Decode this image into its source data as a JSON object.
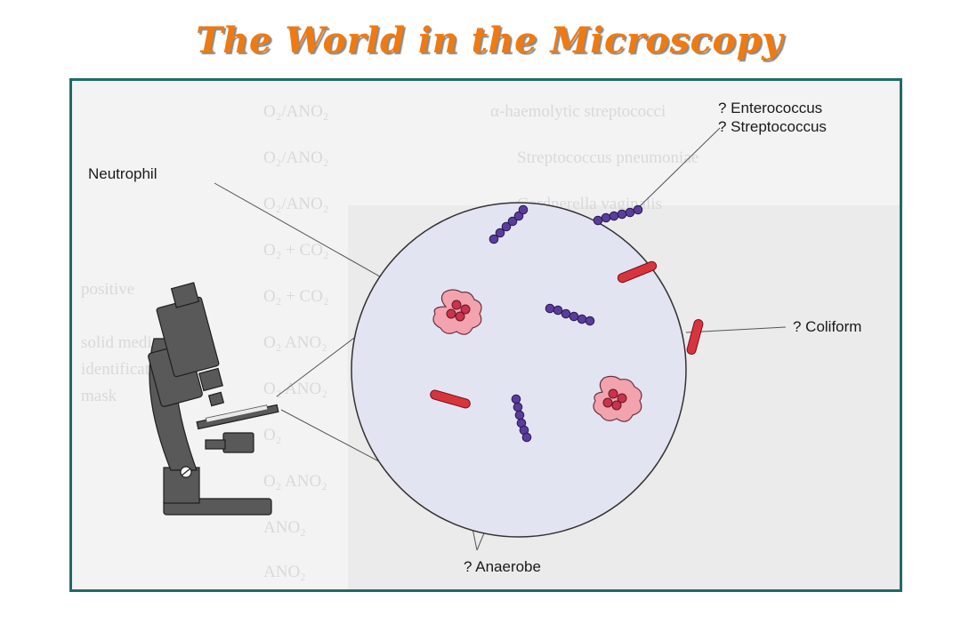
{
  "slide": {
    "title": "The World in the Microscopy"
  },
  "diagram": {
    "labels": {
      "neutrophil": "Neutrophil",
      "enterococcus": "? Enterococcus",
      "streptococcus": "? Streptococcus",
      "coliform": "? Coliform",
      "anaerobe": "? Anaerobe"
    },
    "colors": {
      "frame_border": "#1f6b66",
      "field_fill": "#e3e4f1",
      "cocci": "#5a3d9a",
      "bacilli": "#d8343e",
      "neutrophil_cell": "#f2a3ad",
      "neutrophil_nucleus": "#c8344e",
      "microscope": "#595959",
      "title": "#f07a10"
    }
  }
}
